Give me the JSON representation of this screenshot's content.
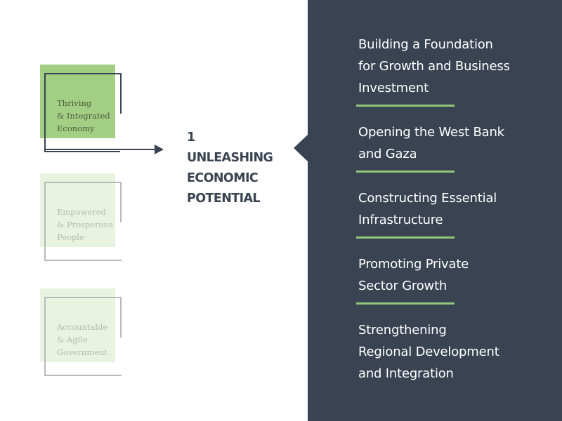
{
  "pillars": [
    {
      "lines": [
        "Thriving",
        "& Integrated",
        "Economy"
      ],
      "state": "active"
    },
    {
      "lines": [
        "Empowered",
        "& Prosperous",
        "People"
      ],
      "state": "inactive"
    },
    {
      "lines": [
        "Accountable",
        "& Agile",
        "Government"
      ],
      "state": "inactive"
    }
  ],
  "section": {
    "number": "1",
    "title_lines": [
      "UNLEASHING",
      "ECONOMIC",
      "POTENTIAL"
    ]
  },
  "initiatives": [
    {
      "lines": [
        "Building a Foundation",
        "for Growth and Business",
        "Investment"
      ]
    },
    {
      "lines": [
        "Opening the West Bank",
        "and Gaza"
      ]
    },
    {
      "lines": [
        "Constructing Essential",
        "Infrastructure"
      ]
    },
    {
      "lines": [
        "Promoting Private",
        "Sector Growth"
      ]
    },
    {
      "lines": [
        "Strengthening",
        "Regional Development",
        "and Integration"
      ]
    }
  ],
  "colors": {
    "panel": "#3a4352",
    "accent_green": "#a3cf85",
    "light_green": "#e8f3e0",
    "rule_green": "#8fc87b"
  }
}
